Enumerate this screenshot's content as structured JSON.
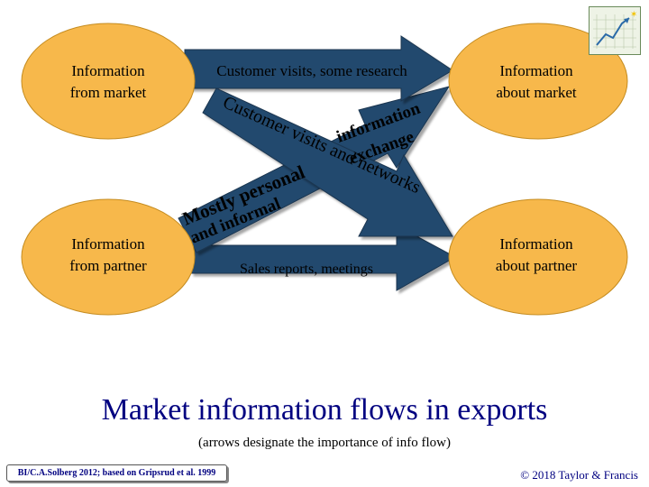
{
  "nodes": {
    "market_source": "Information\nfrom market",
    "partner_source": "Information\nfrom partner",
    "market_dest": "Information\nabout market",
    "partner_dest": "Information\nabout partner"
  },
  "arrows": {
    "top": "Customer visits, some research",
    "bottom": "Sales reports, meetings",
    "diag_down_1": "Customer visits and networks",
    "diag_up_1": "information",
    "diag_up_2": "exchange",
    "diag_up_3": "Mostly personal",
    "diag_up_4": "and informal"
  },
  "title": "Market information flows in exports",
  "subtitle": "(arrows designate the importance of info flow)",
  "credit": "BI/C.A.Solberg 2012; based on Gripsrud et al. 1999",
  "copyright": "© 2018 Taylor & Francis",
  "colors": {
    "ellipse_fill": "#f7b84b",
    "arrow_fill": "#244a6e",
    "arrow_shadow": "#1a3550",
    "text_on_arrow": "#000000",
    "title_color": "#000080"
  },
  "logo_icon": "chart-logo-icon"
}
